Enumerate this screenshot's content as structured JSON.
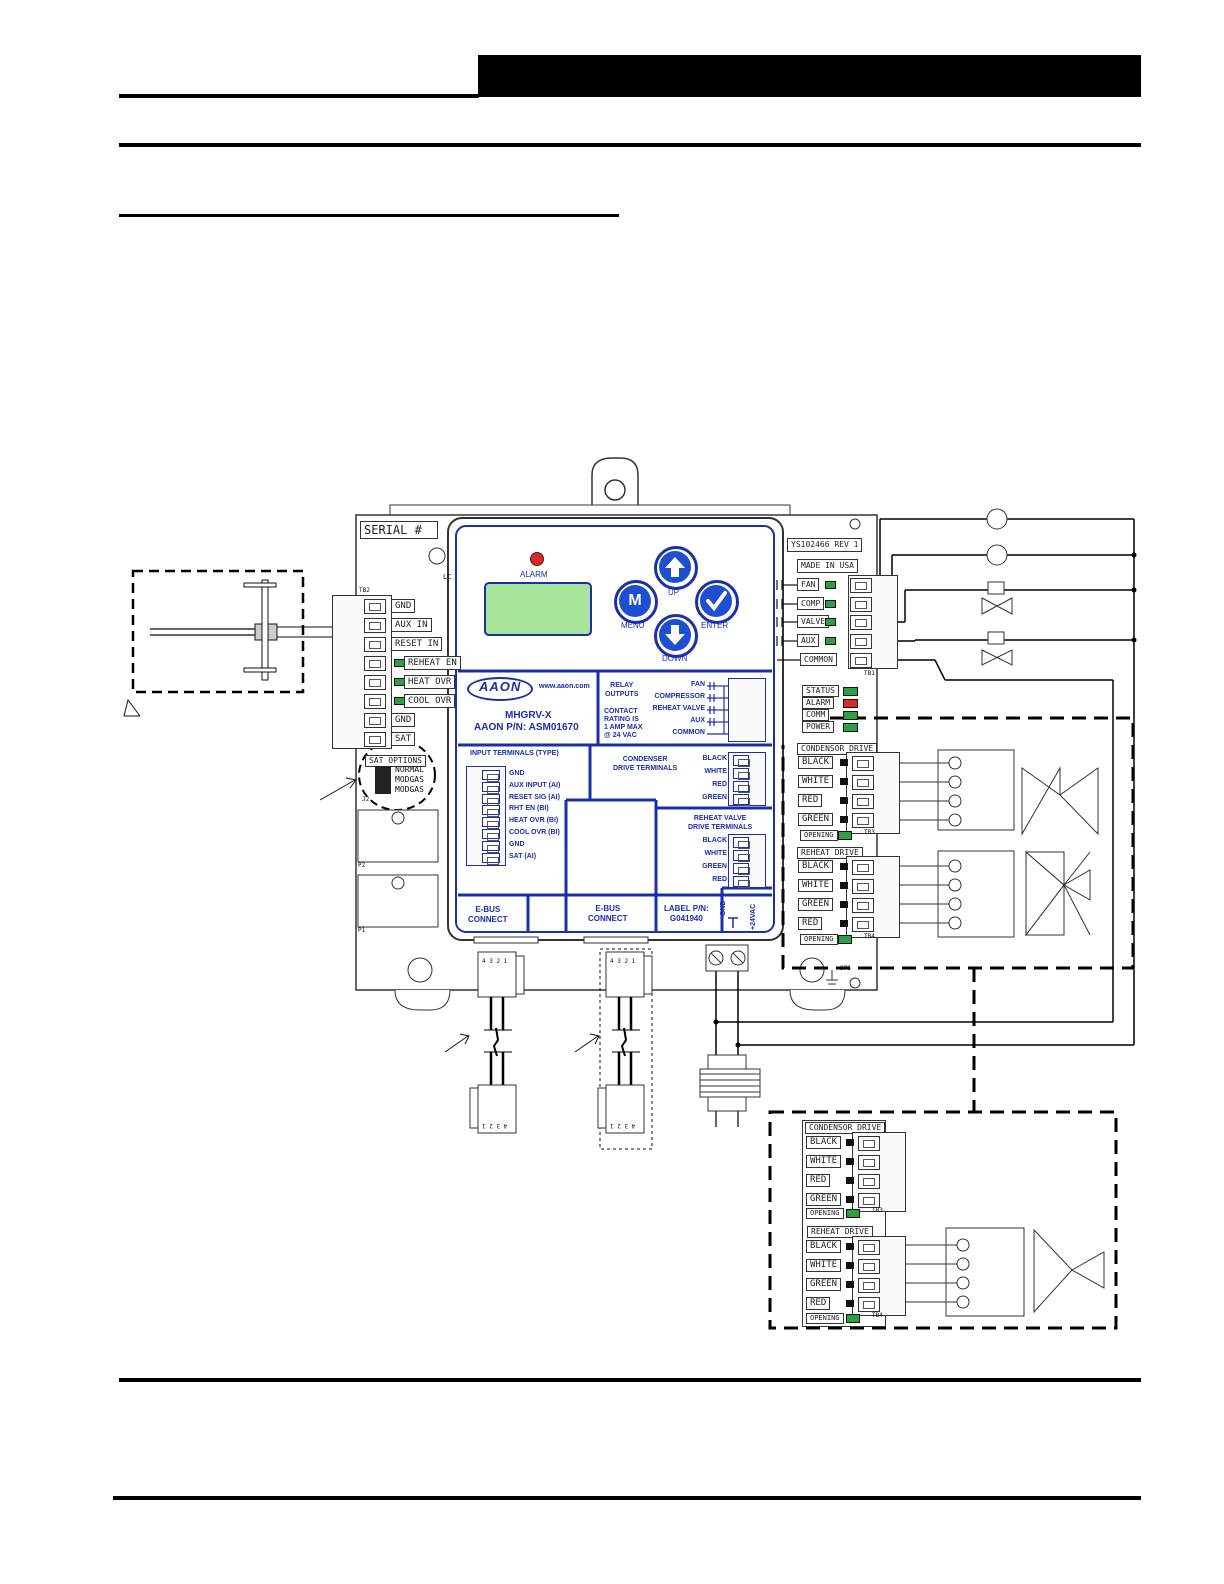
{
  "board": {
    "serial_label": "SERIAL #",
    "lc_label": "LC",
    "rev_label": "YS102466 REV 1",
    "made_label": "MADE IN USA",
    "tb2_label": "TB2",
    "tb1_label": "TB1",
    "p2_label": "P2",
    "p1_label": "P1",
    "jp_label": "J2",
    "sat_options_label": "SAT OPTIONS",
    "sat_options": [
      "NORMAL",
      "MODGAS",
      "MODGAS"
    ],
    "left_terminals": [
      "GND",
      "AUX IN",
      "RESET IN",
      "REHEAT EN",
      "HEAT OVR",
      "COOL OVR",
      "GND",
      "SAT"
    ],
    "relay_terminals": [
      "FAN",
      "COMP",
      "VALVE",
      "AUX",
      "COMMON"
    ],
    "status_leds": [
      {
        "label": "STATUS",
        "color": "#2ea043"
      },
      {
        "label": "ALARM",
        "color": "#d42a2a"
      },
      {
        "label": "COMM",
        "color": "#2ea043"
      },
      {
        "label": "POWER",
        "color": "#2ea043"
      }
    ],
    "condenser_drive_label": "CONDENSOR DRIVE",
    "reheat_drive_label": "REHEAT DRIVE",
    "condenser_wires": [
      "BLACK",
      "WHITE",
      "RED",
      "GREEN"
    ],
    "reheat_wires": [
      "BLACK",
      "WHITE",
      "GREEN",
      "RED"
    ],
    "opening_label": "OPENING",
    "tb3_label": "TB3",
    "tb4_label": "TB4",
    "sp_label": "SP3"
  },
  "faceplate": {
    "alarm_label": "ALARM",
    "btn_menu_glyph": "M",
    "btn_menu_label": "MENU",
    "btn_up_label": "UP",
    "btn_enter_label": "ENTER",
    "btn_down_label": "DOWN",
    "logo_text": "AAON",
    "website": "www.aaon.com",
    "model": "MHGRV-X",
    "part_number": "AAON P/N: ASM01670",
    "relay_title": "RELAY\nOUTPUTS",
    "relay_note": "CONTACT\nRATING IS\n1 AMP MAX\n@ 24 VAC",
    "relay_items": [
      "FAN",
      "COMPRESSOR",
      "REHEAT VALVE",
      "AUX",
      "COMMON"
    ],
    "input_title": "INPUT TERMINALS (TYPE)",
    "input_items": [
      "GND",
      "AUX INPUT (AI)",
      "RESET SIG (AI)",
      "RHT EN (BI)",
      "HEAT OVR (BI)",
      "COOL OVR (BI)",
      "GND",
      "SAT (AI)"
    ],
    "condenser_title": "CONDENSER\nDRIVE TERMINALS",
    "condenser_items": [
      "BLACK",
      "WHITE",
      "RED",
      "GREEN"
    ],
    "reheat_title": "REHEAT VALVE\nDRIVE TERMINALS",
    "reheat_items": [
      "BLACK",
      "WHITE",
      "GREEN",
      "RED"
    ],
    "ebus1": "E-BUS\nCONNECT",
    "ebus2": "E-BUS\nCONNECT",
    "label_pn": "LABEL P/N:\nG041940",
    "gnd_label": "GND",
    "vac_label": "+24VAC"
  },
  "connector_pins": "4 3 2 1",
  "colors": {
    "faceplate_blue": "#1a2fa8",
    "lcd_green": "#a6e59a",
    "button_blue": "#1f4fd1",
    "alarm_red": "#d42a2a"
  }
}
